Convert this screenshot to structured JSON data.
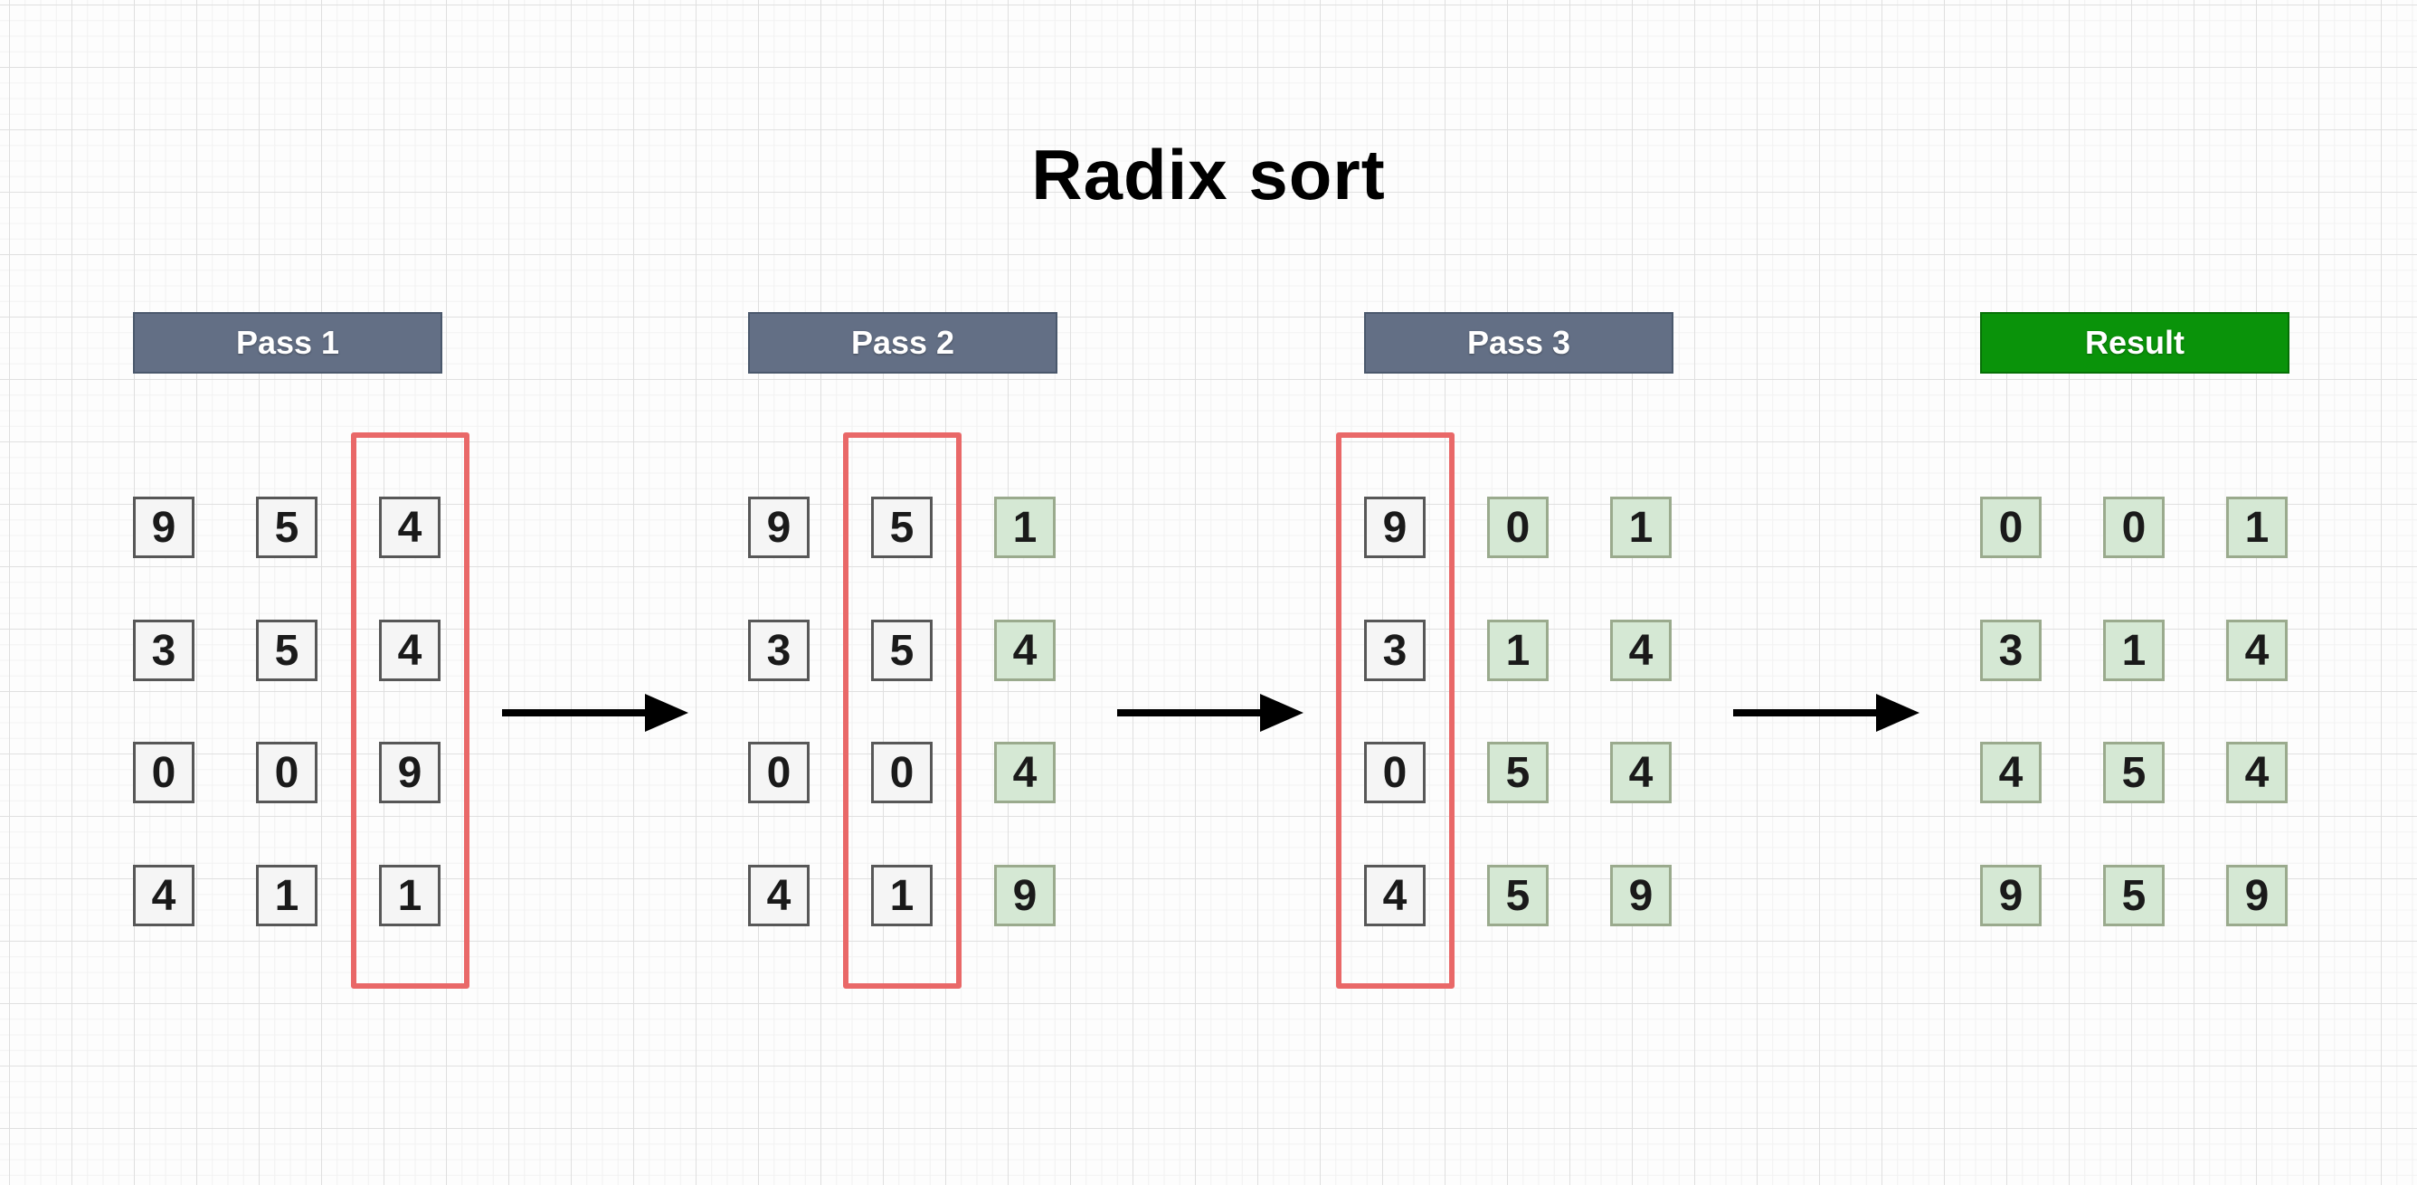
{
  "title": "Radix sort",
  "colors": {
    "pass_header_bg": "#636f85",
    "pass_header_border": "#4a586c",
    "result_header_bg": "#0a930a",
    "result_header_border": "#067006",
    "header_text_color": "#ffffff",
    "plain_cell_bg": "#f5f5f5",
    "plain_cell_border": "#575757",
    "sorted_cell_bg": "#d5e8d4",
    "sorted_cell_border": "#9aaa8d",
    "highlight_box_border": "#e96868",
    "arrow_color": "#000000",
    "digit_color": "#1a1a1a"
  },
  "sections": [
    {
      "label": "Pass 1",
      "header_style": "pass",
      "highlight_column": 2,
      "columns": [
        {
          "style": "plain",
          "values": [
            "9",
            "3",
            "0",
            "4"
          ]
        },
        {
          "style": "plain",
          "values": [
            "5",
            "5",
            "0",
            "1"
          ]
        },
        {
          "style": "plain",
          "values": [
            "4",
            "4",
            "9",
            "1"
          ]
        }
      ]
    },
    {
      "label": "Pass 2",
      "header_style": "pass",
      "highlight_column": 1,
      "columns": [
        {
          "style": "plain",
          "values": [
            "9",
            "3",
            "0",
            "4"
          ]
        },
        {
          "style": "plain",
          "values": [
            "5",
            "5",
            "0",
            "1"
          ]
        },
        {
          "style": "sorted",
          "values": [
            "1",
            "4",
            "4",
            "9"
          ]
        }
      ]
    },
    {
      "label": "Pass 3",
      "header_style": "pass",
      "highlight_column": 0,
      "columns": [
        {
          "style": "plain",
          "values": [
            "9",
            "3",
            "0",
            "4"
          ]
        },
        {
          "style": "sorted",
          "values": [
            "0",
            "1",
            "5",
            "5"
          ]
        },
        {
          "style": "sorted",
          "values": [
            "1",
            "4",
            "4",
            "9"
          ]
        }
      ]
    },
    {
      "label": "Result",
      "header_style": "result",
      "highlight_column": null,
      "columns": [
        {
          "style": "sorted",
          "values": [
            "0",
            "3",
            "4",
            "9"
          ]
        },
        {
          "style": "sorted",
          "values": [
            "0",
            "1",
            "5",
            "5"
          ]
        },
        {
          "style": "sorted",
          "values": [
            "1",
            "4",
            "4",
            "9"
          ]
        }
      ]
    }
  ],
  "arrows": [
    {
      "name": "arrow-pass1-to-pass2"
    },
    {
      "name": "arrow-pass2-to-pass3"
    },
    {
      "name": "arrow-pass3-to-result"
    }
  ]
}
